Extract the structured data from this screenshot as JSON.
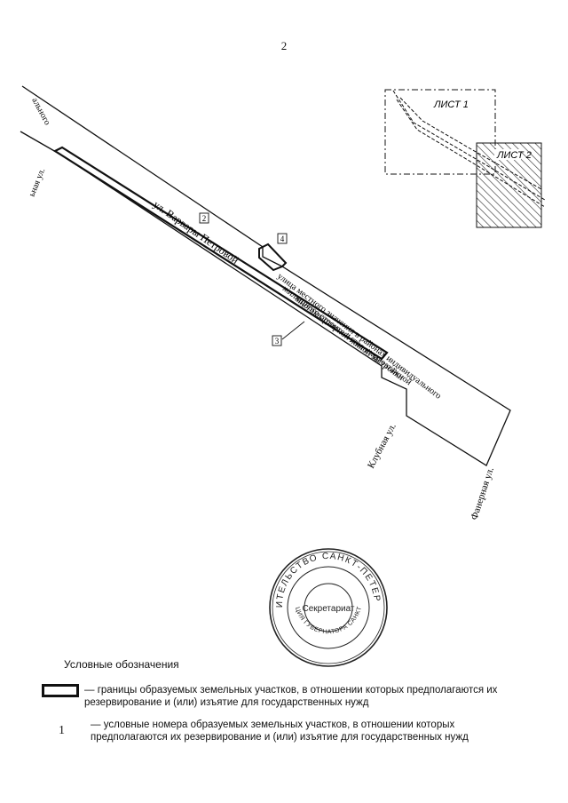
{
  "page_number": "2",
  "inset": {
    "sheet1_label": "ЛИСТ 1",
    "sheet2_label": "ЛИСТ 2"
  },
  "streets": {
    "varvary_petrovoy": "ул. Варвары Петровой",
    "local_street_line1": "улица местного значения в районах индивидуального",
    "local_street_line2": "жилищного строительства в малоэтажной",
    "local_street_line3": "многоквартирной жилой застройки",
    "klubnaya": "Клубная ул.",
    "fanernaya": "Фанерная ул.",
    "cut_left_top": "ального",
    "cut_left_mid": "ьная ул."
  },
  "parcel_numbers": [
    "2",
    "3",
    "4"
  ],
  "stamp": {
    "outer_text": "ПРАВИТЕЛЬСТВО САНКТ-ПЕТЕРБУРГА",
    "inner_text": "АДМИНИСТРАЦИЯ ГУБЕРНАТОРА САНКТ-ПЕТЕРБУРГА",
    "center_text": "Секретариат"
  },
  "legend": {
    "title": "Условные обозначения",
    "item1_text": "— границы образуемых земельных участков, в отношении которых предполагаются их резервирование и (или) изъятие для государственных нужд",
    "item2_symbol": "1",
    "item2_text": "— условные номера образуемых земельных участков, в отношении которых предполагаются их резервирование и (или) изъятие для государственных нужд"
  }
}
